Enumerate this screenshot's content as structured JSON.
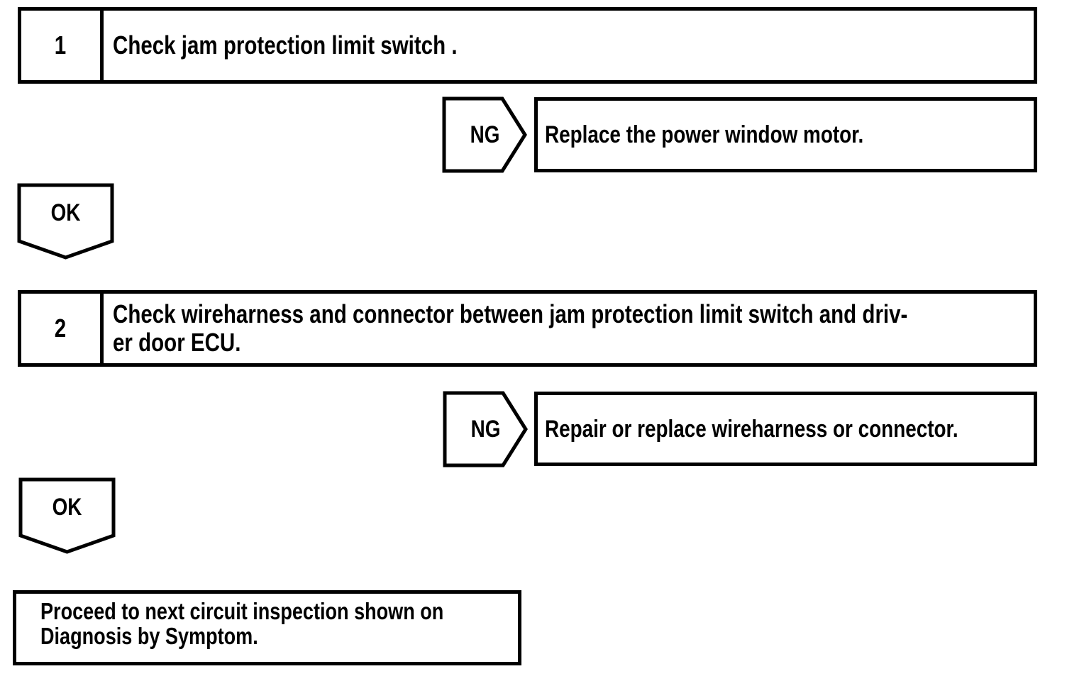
{
  "page": {
    "background": "#ffffff",
    "ink": "#000000"
  },
  "flow": {
    "step1": {
      "number": "1",
      "text": "Check jam protection limit switch ."
    },
    "branch1": {
      "connector": "NG",
      "action": "Replace the power window motor."
    },
    "ok1": {
      "connector": "OK"
    },
    "step2": {
      "number": "2",
      "text": "Check wireharness and connector between jam protection limit switch and driv-\ner door ECU."
    },
    "branch2": {
      "connector": "NG",
      "action": "Repair or replace wireharness or connector."
    },
    "ok2": {
      "connector": "OK"
    },
    "result": {
      "text": "Proceed to next circuit inspection shown on\nDiagnosis by Symptom."
    }
  }
}
